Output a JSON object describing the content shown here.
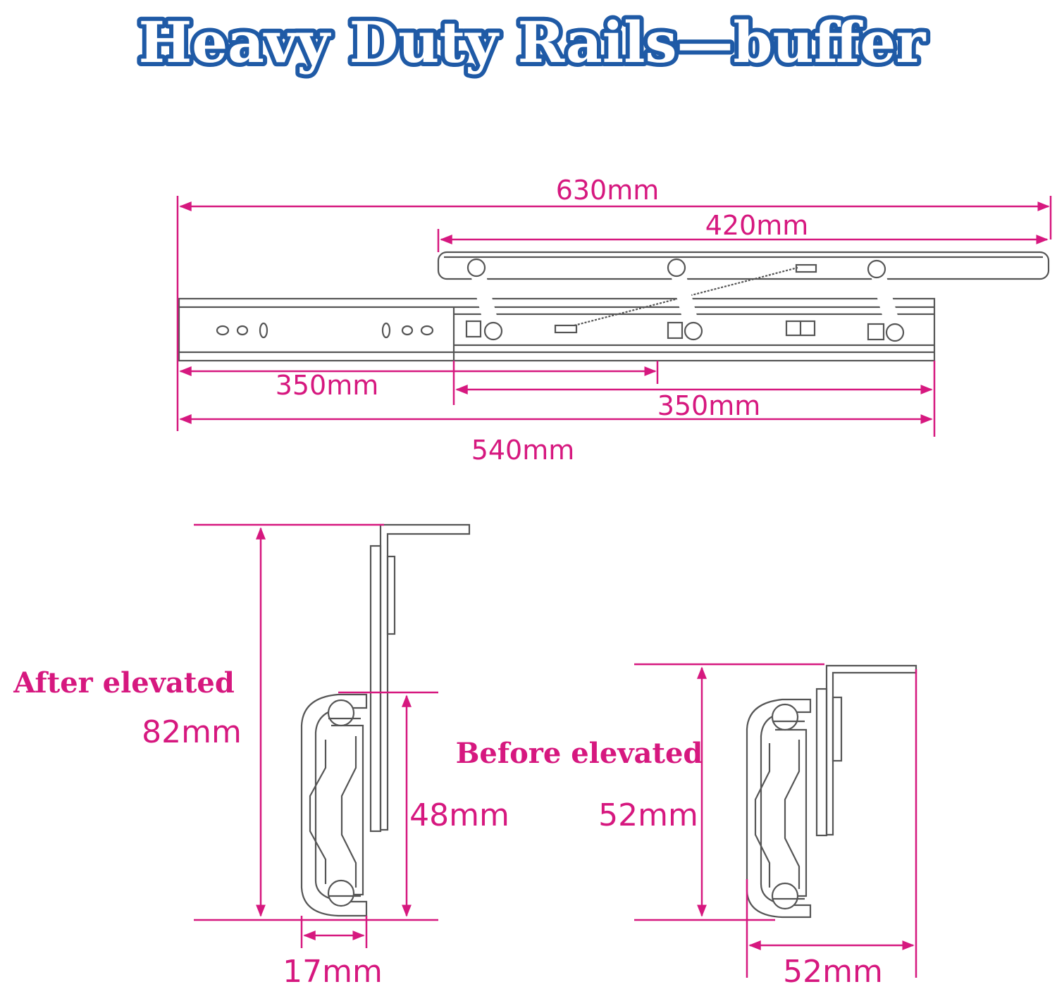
{
  "title": "Heavy Duty Rails—buffer",
  "colors": {
    "title_fill": "#ffffff",
    "title_outline": "#1f5aa6",
    "dimension": "#d6187f",
    "drawing": "#555555"
  },
  "side_view": {
    "dims": {
      "overall_extended": "630mm",
      "top_plate": "420mm",
      "slide_travel": "350mm",
      "inner_rail": "350mm",
      "closed_length": "540mm"
    }
  },
  "cross_sections": {
    "after": {
      "label": "After elevated",
      "total_height": "82mm",
      "rail_height": "48mm",
      "rail_width": "17mm"
    },
    "before": {
      "label": "Before elevated",
      "height": "52mm",
      "width": "52mm"
    }
  }
}
